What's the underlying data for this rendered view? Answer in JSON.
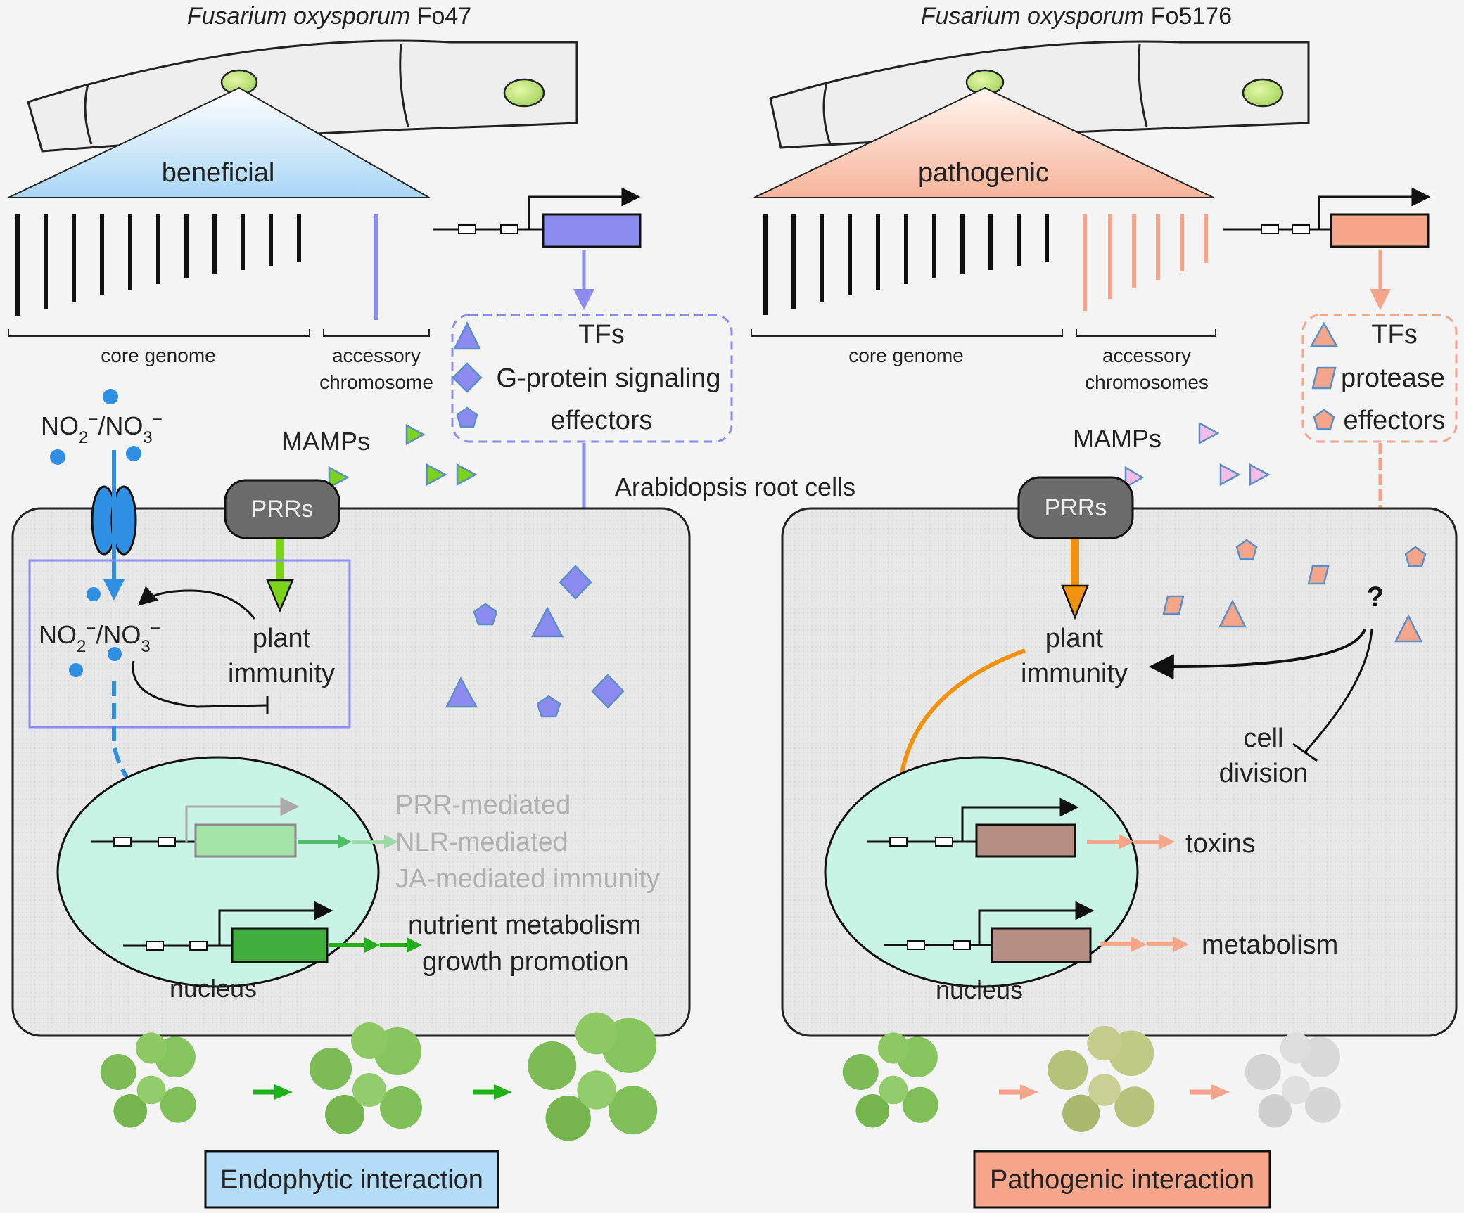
{
  "left": {
    "species_italic": "Fusarium oxysporum",
    "strain": "Fo47",
    "genome_label": "beneficial",
    "core_label": "core genome",
    "accessory_line1": "accessory",
    "accessory_line2": "chromosome",
    "box_tfs": "TFs",
    "box_gprotein": "G-protein signaling",
    "box_effectors": "effectors",
    "nitrate_outer": {
      "a": "NO",
      "s1": "2",
      "p1": "−",
      "m": "/NO",
      "s2": "3",
      "p2": "−"
    },
    "nitrate_inner": {
      "a": "NO",
      "s1": "2",
      "p1": "−",
      "m": "/NO",
      "s2": "3",
      "p2": "−"
    },
    "mamps": "MAMPs",
    "prrs": "PRRs",
    "plant": "plant",
    "immunity": "immunity",
    "faded_1": "PRR-mediated",
    "faded_2": "NLR-mediated",
    "faded_3": "JA-mediated immunity",
    "nutrient": "nutrient metabolism",
    "growth": "growth promotion",
    "nucleus": "nucleus",
    "interaction": "Endophytic interaction"
  },
  "right": {
    "species_italic": "Fusarium oxysporum",
    "strain": "Fo5176",
    "genome_label": "pathogenic",
    "core_label": "core genome",
    "accessory_line1": "accessory",
    "accessory_line2": "chromosomes",
    "box_tfs": "TFs",
    "box_protease": "protease",
    "box_effectors": "effectors",
    "mamps": "MAMPs",
    "prrs": "PRRs",
    "plant": "plant",
    "immunity": "immunity",
    "question": "?",
    "cell": "cell",
    "division": "division",
    "toxins": "toxins",
    "metabolism": "metabolism",
    "nucleus": "nucleus",
    "interaction": "Pathogenic interaction"
  },
  "center": {
    "root_cells": "Arabidopsis root cells"
  },
  "colors": {
    "beneficial": "#8b8bf0",
    "pathogenic": "#f5a58a",
    "nitrate": "#2f8fe3",
    "immunity_green": "#7cd41a",
    "immunity_orange": "#f0920f",
    "nucleus_fill": "#c9f3e4",
    "growth_arrow": "#22b11c"
  }
}
